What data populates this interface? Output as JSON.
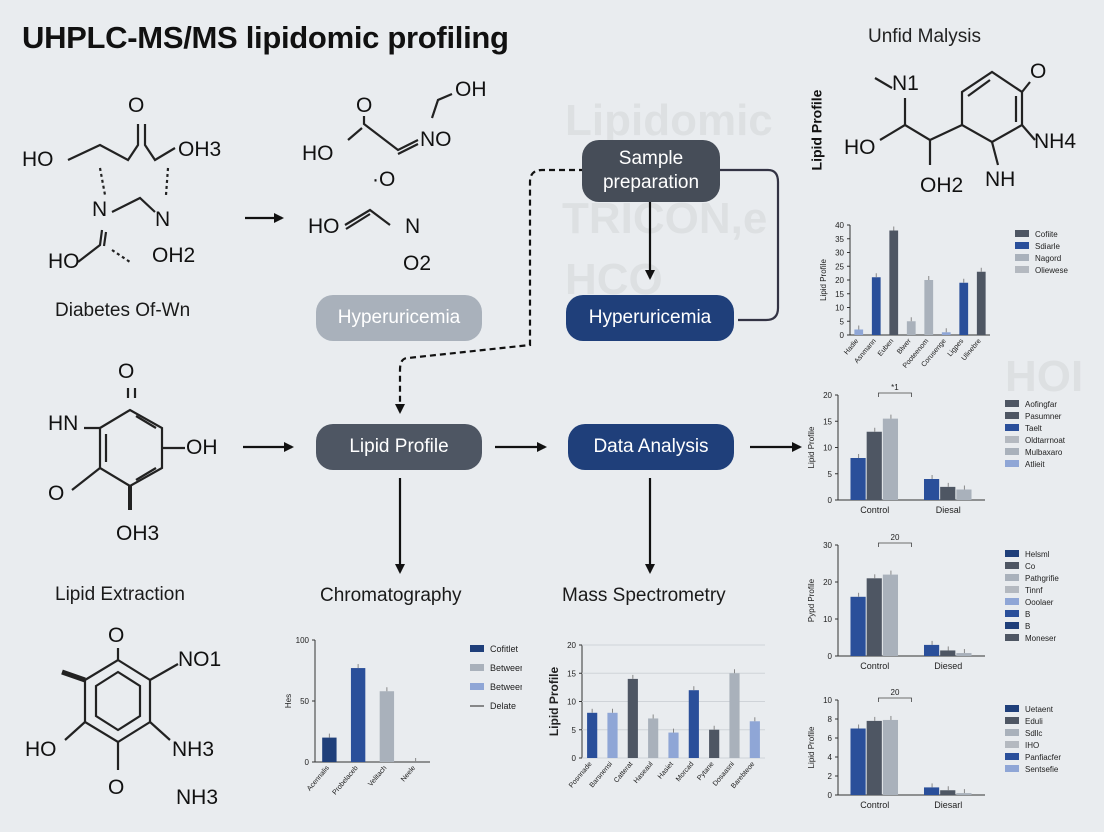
{
  "header": {
    "title": "UHPLC-MS/MS lipidomic profiling",
    "right_title": "Unfid Malysis",
    "side_label": "Lipid Profile"
  },
  "molecules": {
    "m1": {
      "labels": [
        "O",
        "HO",
        "OH3",
        "N",
        "N",
        "HO",
        "OH2"
      ]
    },
    "m2": {
      "labels": [
        "O",
        "OH",
        "HO",
        "NO",
        "·O",
        "HO",
        "N",
        "O2"
      ]
    },
    "m3": {
      "labels": [
        "O",
        "HN",
        "OH",
        "O",
        "OH3"
      ]
    },
    "m4": {
      "labels": [
        "O",
        "NO1",
        "HO",
        "NH3",
        "O",
        "NH3"
      ]
    },
    "m5": {
      "labels": [
        "N1",
        "O",
        "HO",
        "NH4",
        "OH2",
        "NH"
      ]
    }
  },
  "captions": {
    "diabetes": "Diabetes Of-Wn",
    "lipid_extraction": "Lipid Extraction",
    "chromatography": "Chromatography",
    "mass_spec": "Mass Spectrometry"
  },
  "flow": {
    "sample_prep": "Sample preparation",
    "hyper_left": "Hyperuricemia",
    "hyper_right": "Hyperuricemia",
    "lipid_profile": "Lipid Profile",
    "data_analysis": "Data Analysis"
  },
  "watermark": {
    "w1": "Lipidomic",
    "w2": "TRICON,e",
    "w3": "HCO",
    "w4": "HOI"
  },
  "colors": {
    "navy": "#1f3f7a",
    "blue": "#2a4f9a",
    "dark": "#4e5663",
    "gray": "#a9b1bb",
    "light": "#b4b9c0",
    "pale": "#8fa6d6"
  },
  "chart_data": [
    {
      "type": "bar",
      "ylabel": "Lipid Profile",
      "ylim": [
        0,
        40
      ],
      "yticks": [
        0,
        5,
        10,
        15,
        20,
        25,
        30,
        35,
        40
      ],
      "categories": [
        "Hadie",
        "Asnmann",
        "Euben",
        "Blwer",
        "Pooteenom",
        "Corusenge",
        "Ligpes",
        "Ulinebre"
      ],
      "series_values": [
        2,
        21,
        38,
        5,
        20,
        1,
        19,
        23
      ],
      "series_colors": [
        "#8fa6d6",
        "#2a4f9a",
        "#4e5663",
        "#a9b1bb",
        "#a9b1bb",
        "#8fa6d6",
        "#2a4f9a",
        "#4e5663"
      ],
      "legend": [
        {
          "name": "Cofiite",
          "color": "#4e5663"
        },
        {
          "name": "Sdiarle",
          "color": "#2a4f9a"
        },
        {
          "name": "Nagord",
          "color": "#a9b1bb"
        },
        {
          "name": "Oliewese",
          "color": "#b4b9c0"
        }
      ]
    },
    {
      "type": "bar",
      "ylabel": "Lipid Profile",
      "ylim": [
        0,
        20
      ],
      "yticks": [
        0,
        5,
        10,
        15,
        20
      ],
      "categories": [
        "Control",
        "Diesal"
      ],
      "annotation": "*1",
      "series": [
        {
          "values": [
            8,
            4
          ],
          "color": "#2a4f9a"
        },
        {
          "values": [
            13,
            2.5
          ],
          "color": "#4e5663"
        },
        {
          "values": [
            15.5,
            2
          ],
          "color": "#a9b1bb"
        }
      ],
      "legend": [
        {
          "name": "Aofingfar",
          "color": "#4e5663"
        },
        {
          "name": "Pasumner",
          "color": "#4e5663"
        },
        {
          "name": "Taelt",
          "color": "#2a4f9a"
        },
        {
          "name": "Oldtarrnoat",
          "color": "#b4b9c0"
        },
        {
          "name": "Mulbaxaro",
          "color": "#a9b1bb"
        },
        {
          "name": "Atlieit",
          "color": "#8fa6d6"
        }
      ]
    },
    {
      "type": "bar",
      "ylabel": "Pypd Profile",
      "ylim": [
        0,
        30
      ],
      "yticks": [
        0,
        10,
        20,
        30
      ],
      "categories": [
        "Control",
        "Diesed"
      ],
      "annotation": "20",
      "series": [
        {
          "values": [
            16,
            3
          ],
          "color": "#2a4f9a"
        },
        {
          "values": [
            21,
            1.5
          ],
          "color": "#4e5663"
        },
        {
          "values": [
            22,
            0.8
          ],
          "color": "#a9b1bb"
        }
      ],
      "legend": [
        {
          "name": "Helsml",
          "color": "#1f3f7a"
        },
        {
          "name": "Co",
          "color": "#4e5663"
        },
        {
          "name": "Pathgrifie",
          "color": "#a9b1bb"
        },
        {
          "name": "Tinnf",
          "color": "#b4b9c0"
        },
        {
          "name": "Ooolaer",
          "color": "#8fa6d6"
        },
        {
          "name": "B",
          "color": "#2a4f9a"
        },
        {
          "name": "B",
          "color": "#1f3f7a"
        },
        {
          "name": "Moneser",
          "color": "#4e5663"
        }
      ]
    },
    {
      "type": "bar",
      "ylabel": "Lipid Profile",
      "ylim": [
        0,
        10
      ],
      "yticks": [
        0,
        2,
        4,
        6,
        8,
        10
      ],
      "categories": [
        "Control",
        "Diesarl"
      ],
      "annotation": "20",
      "series": [
        {
          "values": [
            7,
            0.8
          ],
          "color": "#2a4f9a"
        },
        {
          "values": [
            7.8,
            0.5
          ],
          "color": "#4e5663"
        },
        {
          "values": [
            7.9,
            0.2
          ],
          "color": "#a9b1bb"
        }
      ],
      "legend": [
        {
          "name": "Uetaent",
          "color": "#1f3f7a"
        },
        {
          "name": "Eduli",
          "color": "#4e5663"
        },
        {
          "name": "Sdllc",
          "color": "#a9b1bb"
        },
        {
          "name": "IHO",
          "color": "#b4b9c0"
        },
        {
          "name": "Panfiacfer",
          "color": "#2a4f9a"
        },
        {
          "name": "Sentsefie",
          "color": "#8fa6d6"
        }
      ]
    },
    {
      "type": "bar",
      "ylabel": "Hes",
      "ylim": [
        0,
        100
      ],
      "yticks": [
        0,
        50,
        100
      ],
      "ytick_labels": [
        "0",
        "50",
        "100",
        "100"
      ],
      "categories": [
        "Acennalis",
        "Probelaceb",
        "Velitach",
        "Neele"
      ],
      "series_values": [
        20,
        77,
        58,
        0
      ],
      "series_colors": [
        "#1f3f7a",
        "#2a4f9a",
        "#a9b1bb",
        "#4e5663"
      ],
      "legend": [
        {
          "name": "Cofitlet",
          "color": "#1f3f7a"
        },
        {
          "name": "Between",
          "color": "#a9b1bb"
        },
        {
          "name": "Between",
          "color": "#8fa6d6"
        },
        {
          "name": "Delate",
          "color": "#222"
        }
      ]
    },
    {
      "type": "bar",
      "ylabel": "Lipid Profile",
      "ylim": [
        0,
        20
      ],
      "yticks": [
        0,
        5,
        10,
        15,
        20
      ],
      "categories": [
        "Posnnade",
        "Barsnensi",
        "Catterat",
        "Haseaul",
        "Hasiet",
        "Morcad",
        "Pytane",
        "Dosaasni",
        "Barebteoe"
      ],
      "series_values": [
        8,
        8,
        14,
        7,
        4.5,
        12,
        5,
        15,
        6.5
      ],
      "series_colors": [
        "#2a4f9a",
        "#8fa6d6",
        "#4e5663",
        "#a9b1bb",
        "#8fa6d6",
        "#2a4f9a",
        "#4e5663",
        "#a9b1bb",
        "#8fa6d6"
      ]
    }
  ]
}
